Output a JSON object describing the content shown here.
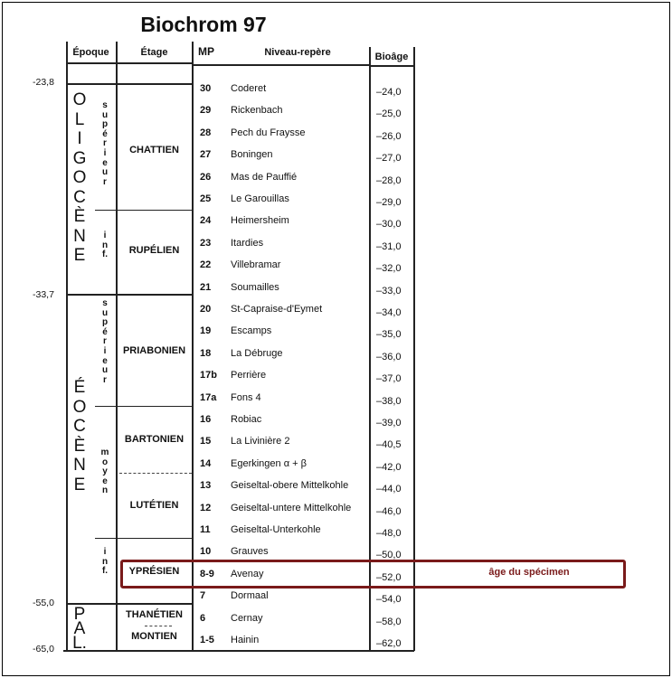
{
  "title": "Biochrom 97",
  "headers": {
    "epoque": "Époque",
    "etage": "Étage",
    "mp": "MP",
    "niveau": "Niveau-repère",
    "bioage": "Bioâge"
  },
  "age_boundaries": [
    "-23,8",
    "-33,7",
    "-55,0",
    "-65,0"
  ],
  "epoques": [
    {
      "name": "OLIGOCÈNE",
      "letters": [
        "O",
        "L",
        "I",
        "G",
        "O",
        "C",
        "È",
        "N",
        "E"
      ],
      "subdivisions": [
        {
          "letters": [
            "s",
            "u",
            "p",
            "é",
            "r",
            "i",
            "e",
            "u",
            "r"
          ]
        },
        {
          "letters": [
            "i",
            "n",
            "f."
          ]
        }
      ]
    },
    {
      "name": "ÉOCÈNE",
      "letters": [
        "É",
        "O",
        "C",
        "È",
        "N",
        "E"
      ],
      "subdivisions": [
        {
          "letters": [
            "s",
            "u",
            "p",
            "é",
            "r",
            "i",
            "e",
            "u",
            "r"
          ]
        },
        {
          "letters": [
            "m",
            "o",
            "y",
            "e",
            "n"
          ]
        },
        {
          "letters": [
            "i",
            "n",
            "f."
          ]
        }
      ]
    },
    {
      "name": "PAL.",
      "letters": [
        "P",
        "A",
        "L."
      ]
    }
  ],
  "etages": [
    "CHATTIEN",
    "RUPÉLIEN",
    "PRIABONIEN",
    "BARTONIEN",
    "LUTÉTIEN",
    "YPRÉSIEN",
    "THANÉTIEN",
    "MONTIEN"
  ],
  "rows": [
    {
      "mp": "30",
      "niveau": "Coderet",
      "bioage": "–24,0"
    },
    {
      "mp": "29",
      "niveau": "Rickenbach",
      "bioage": "–25,0"
    },
    {
      "mp": "28",
      "niveau": "Pech du Fraysse",
      "bioage": "–26,0"
    },
    {
      "mp": "27",
      "niveau": "Boningen",
      "bioage": "–27,0"
    },
    {
      "mp": "26",
      "niveau": "Mas de Pauffié",
      "bioage": "–28,0"
    },
    {
      "mp": "25",
      "niveau": "Le Garouillas",
      "bioage": "–29,0"
    },
    {
      "mp": "24",
      "niveau": "Heimersheim",
      "bioage": "–30,0"
    },
    {
      "mp": "23",
      "niveau": "Itardies",
      "bioage": "–31,0"
    },
    {
      "mp": "22",
      "niveau": "Villebramar",
      "bioage": "–32,0"
    },
    {
      "mp": "21",
      "niveau": "Soumailles",
      "bioage": "–33,0"
    },
    {
      "mp": "20",
      "niveau": "St-Capraise-d'Eymet",
      "bioage": "–34,0"
    },
    {
      "mp": "19",
      "niveau": "Escamps",
      "bioage": "–35,0"
    },
    {
      "mp": "18",
      "niveau": "La Débruge",
      "bioage": "–36,0"
    },
    {
      "mp": "17b",
      "niveau": "Perrière",
      "bioage": "–37,0"
    },
    {
      "mp": "17a",
      "niveau": "Fons 4",
      "bioage": "–38,0"
    },
    {
      "mp": "16",
      "niveau": "Robiac",
      "bioage": "–39,0"
    },
    {
      "mp": "15",
      "niveau": "La Livinière 2",
      "bioage": "–40,5"
    },
    {
      "mp": "14",
      "niveau": "Egerkingen α + β",
      "bioage": "–42,0"
    },
    {
      "mp": "13",
      "niveau": "Geiseltal-obere Mittelkohle",
      "bioage": "–44,0"
    },
    {
      "mp": "12",
      "niveau": "Geiseltal-untere Mittelkohle",
      "bioage": "–46,0"
    },
    {
      "mp": "11",
      "niveau": "Geiseltal-Unterkohle",
      "bioage": "–48,0"
    },
    {
      "mp": "10",
      "niveau": "Grauves",
      "bioage": "–50,0"
    },
    {
      "mp": "8-9",
      "niveau": "Avenay",
      "bioage": "–52,0"
    },
    {
      "mp": "7",
      "niveau": "Dormaal",
      "bioage": "–54,0"
    },
    {
      "mp": "6",
      "niveau": "Cernay",
      "bioage": "–58,0"
    },
    {
      "mp": "1-5",
      "niveau": "Hainin",
      "bioage": "–62,0"
    }
  ],
  "highlight": {
    "label": "âge du spécimen",
    "row_mp": "8-9",
    "color": "#7a1a1a"
  }
}
